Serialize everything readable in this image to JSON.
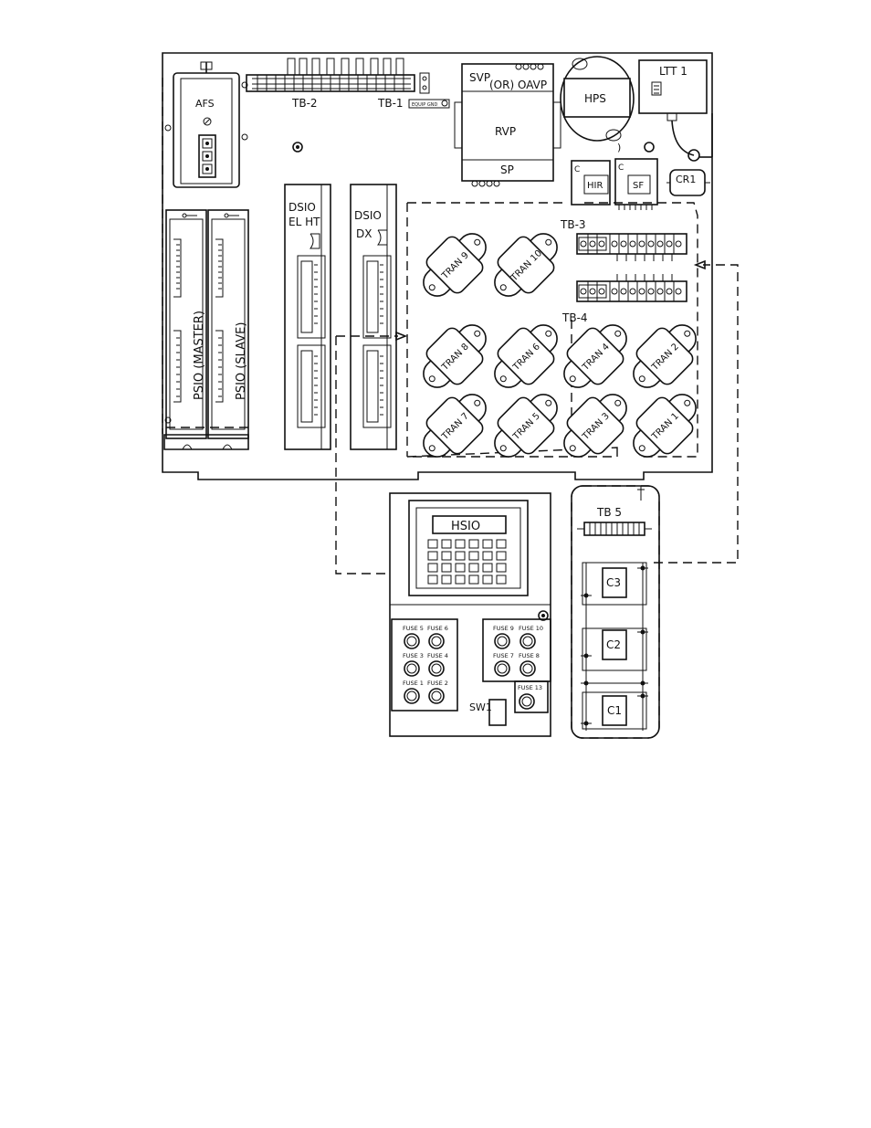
{
  "labels": {
    "afs": "AFS",
    "tb2": "TB-2",
    "tb1": "TB-1",
    "equip_gnd": "EQUIP GND",
    "svp": "SVP",
    "or_oavp": "(OR) OAVP",
    "rvp": "RVP",
    "sp": "SP",
    "hps": "HPS",
    "ltt1": "LTT 1",
    "hir": "HIR",
    "sf": "SF",
    "cr1": "CR1",
    "c_small_1": "C",
    "c_small_2": "C",
    "dsio_el_ht_1": "DSIO",
    "dsio_el_ht_2": "EL HT",
    "dsio_dx_1": "DSIO",
    "dsio_dx_2": "DX",
    "psio_master": "PSIO (MASTER)",
    "psio_slave": "PSIO (SLAVE)",
    "tb3": "TB-3",
    "tb4": "TB-4",
    "tb5": "TB 5",
    "hsio": "HSIO",
    "sw1": "SW1",
    "c1": "C1",
    "c2": "C2",
    "c3": "C3"
  },
  "transformers": [
    {
      "label": "TRAN 9"
    },
    {
      "label": "TRAN 10"
    },
    {
      "label": "TRAN 8"
    },
    {
      "label": "TRAN 6"
    },
    {
      "label": "TRAN 4"
    },
    {
      "label": "TRAN 2"
    },
    {
      "label": "TRAN 7"
    },
    {
      "label": "TRAN 5"
    },
    {
      "label": "TRAN 3"
    },
    {
      "label": "TRAN 1"
    }
  ],
  "fuses_left": [
    {
      "label": "FUSE 5"
    },
    {
      "label": "FUSE 6"
    },
    {
      "label": "FUSE 3"
    },
    {
      "label": "FUSE 4"
    },
    {
      "label": "FUSE 1"
    },
    {
      "label": "FUSE 2"
    }
  ],
  "fuses_right": [
    {
      "label": "FUSE 9"
    },
    {
      "label": "FUSE 10"
    },
    {
      "label": "FUSE 7"
    },
    {
      "label": "FUSE 8"
    }
  ],
  "fuse_13": "FUSE 13"
}
